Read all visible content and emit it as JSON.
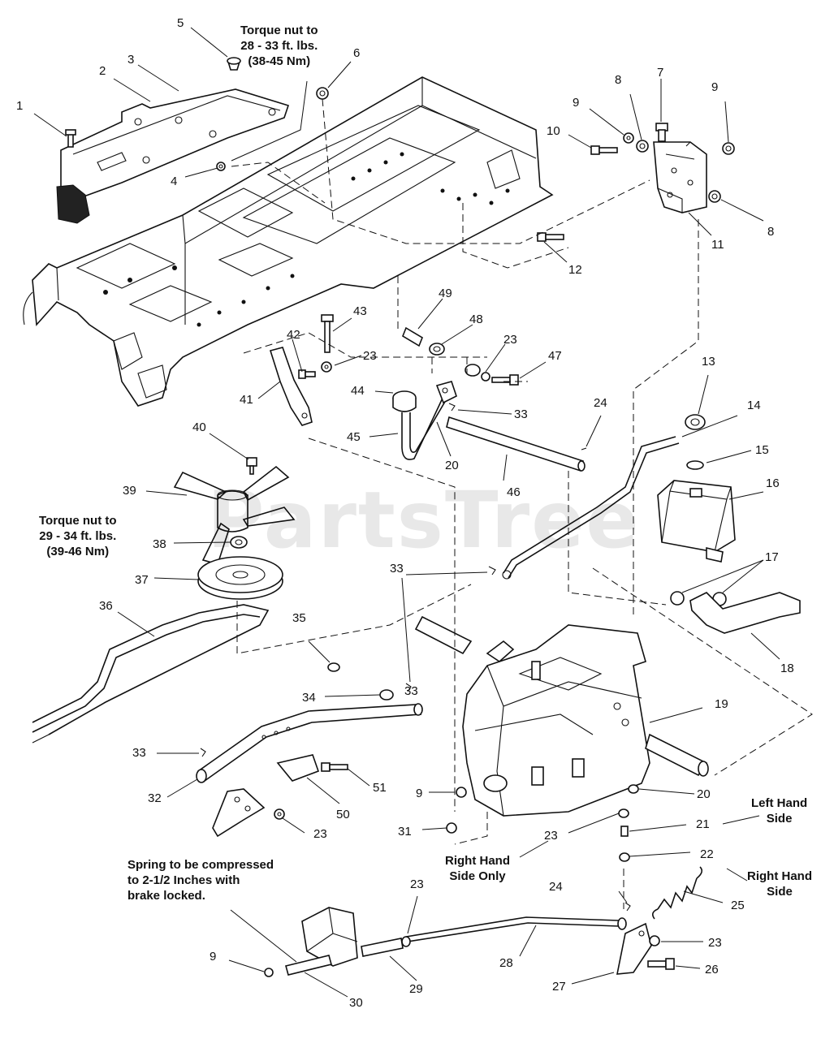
{
  "watermark": "PartsTree",
  "notes": {
    "torque_top": [
      "Torque nut to",
      "28 - 33 ft. lbs.",
      "(38-45 Nm)"
    ],
    "torque_left": [
      "Torque nut to",
      "29 - 34 ft. lbs.",
      "(39-46 Nm)"
    ],
    "spring": [
      "Spring to be compressed",
      "to 2-1/2 Inches with",
      "brake locked."
    ],
    "right_hand_only": [
      "Right Hand",
      "Side Only"
    ],
    "left_hand": [
      "Left Hand",
      "Side"
    ],
    "right_hand": [
      "Right Hand",
      "Side"
    ]
  },
  "callouts": [
    "1",
    "2",
    "3",
    "4",
    "5",
    "6",
    "7",
    "8",
    "8",
    "9",
    "9",
    "9",
    "9",
    "10",
    "11",
    "12",
    "13",
    "14",
    "15",
    "16",
    "17",
    "18",
    "19",
    "20",
    "20",
    "21",
    "22",
    "23",
    "23",
    "23",
    "23",
    "23",
    "23",
    "24",
    "24",
    "25",
    "26",
    "27",
    "28",
    "29",
    "30",
    "31",
    "32",
    "33",
    "33",
    "33",
    "33",
    "34",
    "35",
    "36",
    "37",
    "38",
    "39",
    "40",
    "41",
    "42",
    "43",
    "44",
    "45",
    "46",
    "47",
    "48",
    "49",
    "50",
    "51"
  ]
}
